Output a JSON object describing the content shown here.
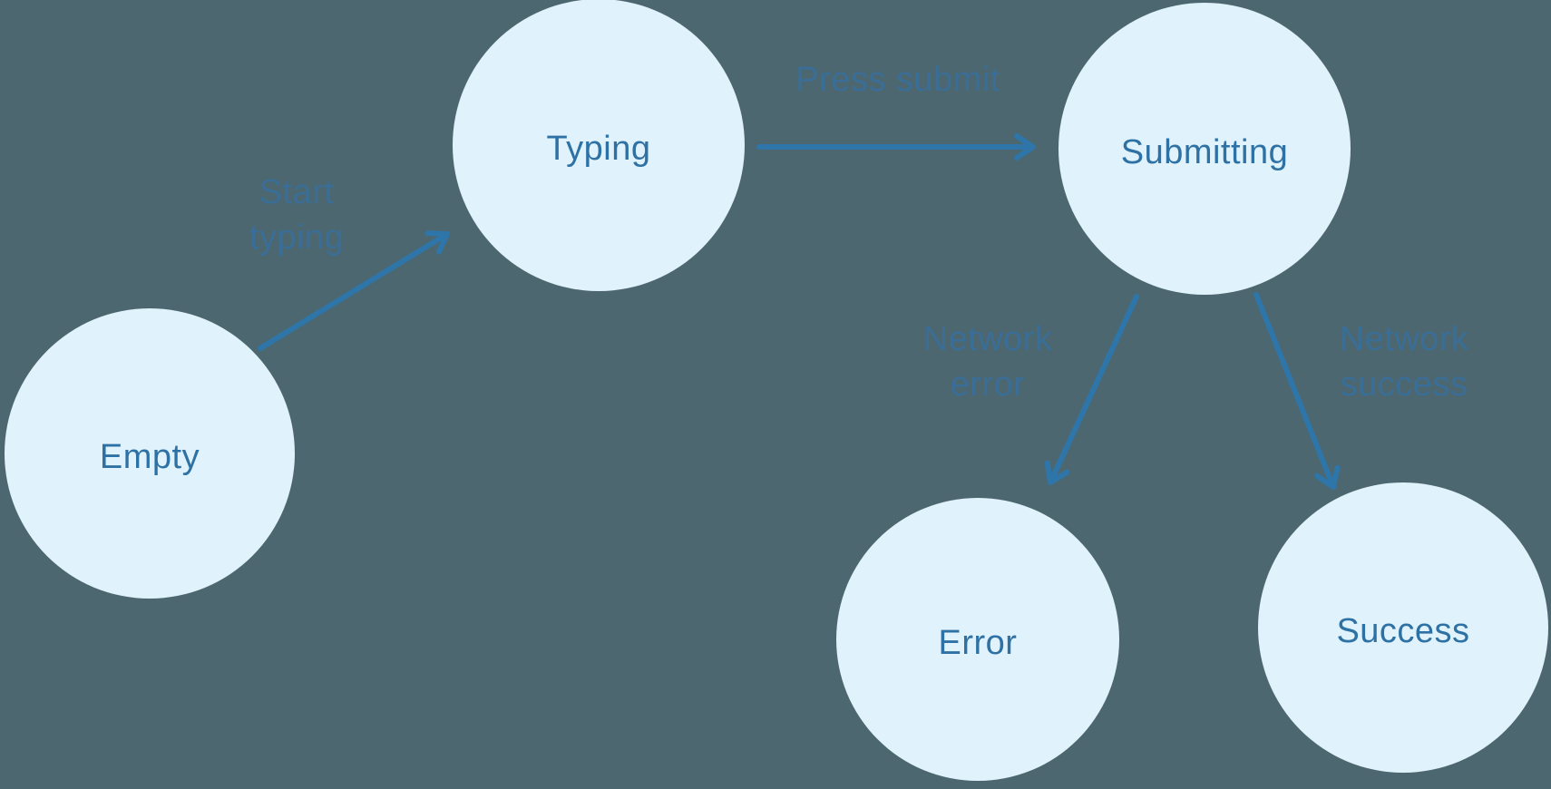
{
  "diagram_type": "state-machine",
  "colors": {
    "background": "#4C6770",
    "state_fill": "#E0F2FB",
    "state_text": "#2E72A5",
    "arrow": "#2E76A9",
    "transition_text": "#3A6E96"
  },
  "states": [
    {
      "id": "empty",
      "label": "Empty"
    },
    {
      "id": "typing",
      "label": "Typing"
    },
    {
      "id": "submitting",
      "label": "Submitting"
    },
    {
      "id": "error",
      "label": "Error"
    },
    {
      "id": "success",
      "label": "Success"
    }
  ],
  "transitions": [
    {
      "from": "Empty",
      "to": "Typing",
      "label": "Start\ntyping"
    },
    {
      "from": "Typing",
      "to": "Submitting",
      "label": "Press submit"
    },
    {
      "from": "Submitting",
      "to": "Error",
      "label": "Network\nerror"
    },
    {
      "from": "Submitting",
      "to": "Success",
      "label": "Network\nsuccess"
    }
  ]
}
